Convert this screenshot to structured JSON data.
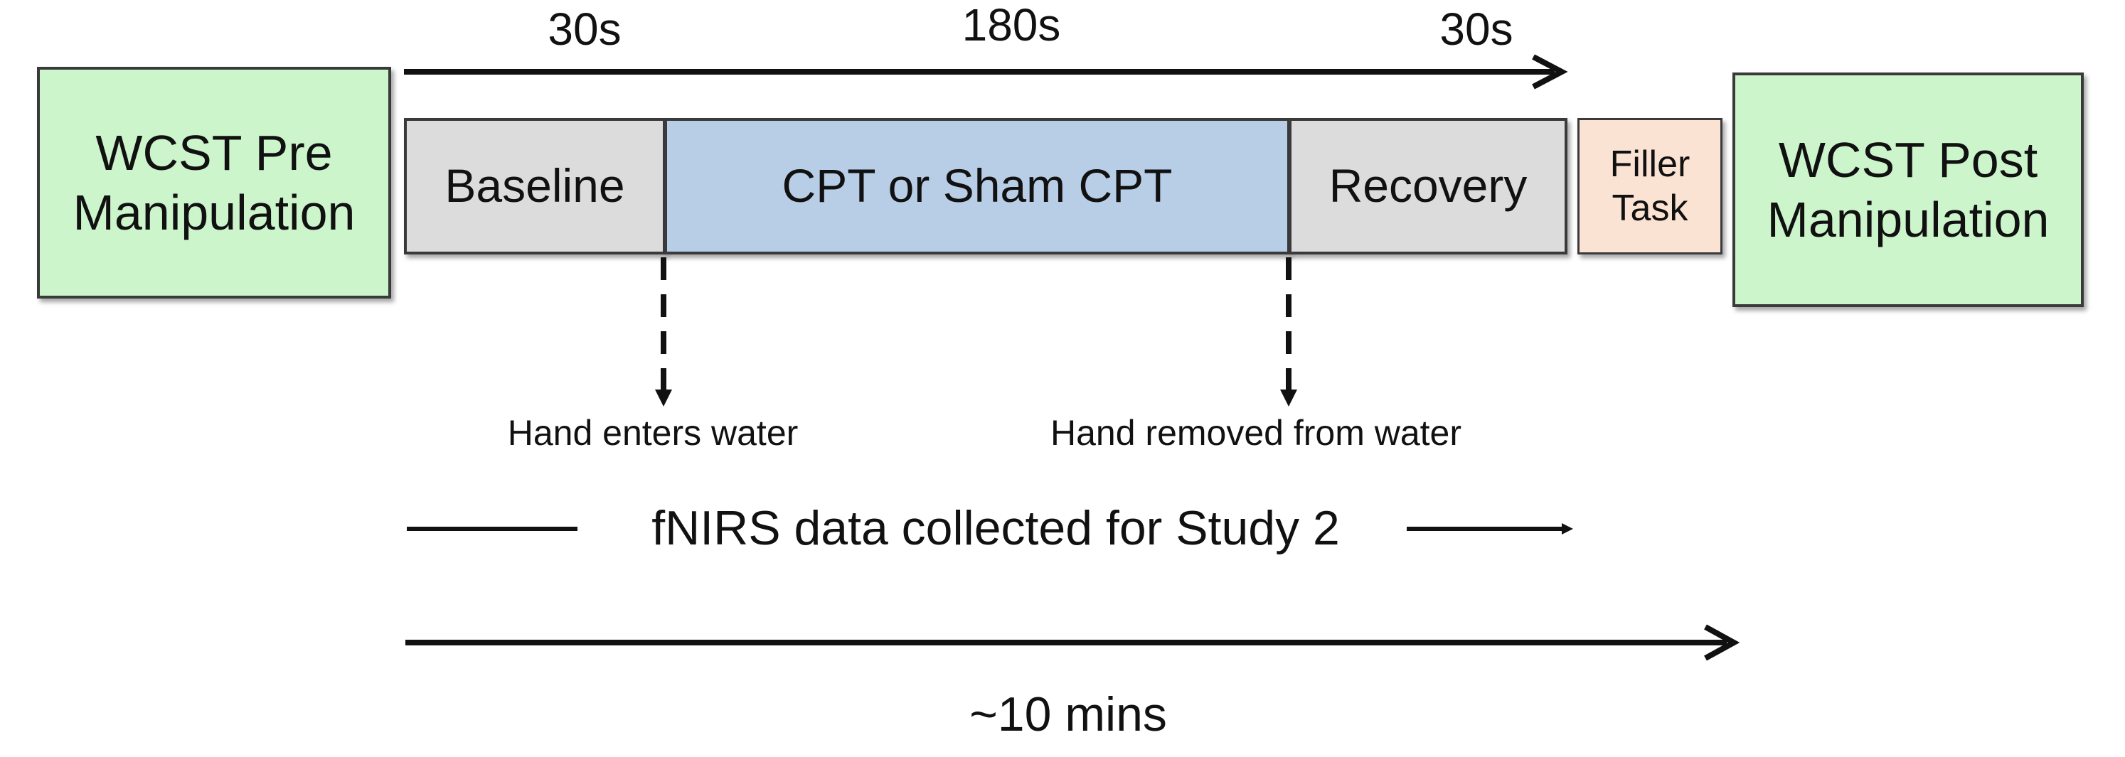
{
  "diagram": {
    "boxes": {
      "pre": {
        "label": "WCST Pre\nManipulation",
        "fill": "#ccf5cc"
      },
      "baseline": {
        "label": "Baseline",
        "fill": "#dcdcdc"
      },
      "cpt": {
        "label": "CPT or Sham CPT",
        "fill": "#b8cde6"
      },
      "recovery": {
        "label": "Recovery",
        "fill": "#dcdcdc"
      },
      "filler": {
        "label": "Filler\nTask",
        "fill": "#fbe3d3"
      },
      "post": {
        "label": "WCST Post\nManipulation",
        "fill": "#ccf5cc"
      }
    },
    "durations": {
      "baseline": "30s",
      "cpt": "180s",
      "recovery": "30s"
    },
    "events": {
      "enter": "Hand enters water",
      "removed": "Hand removed from water"
    },
    "fnirs_label": "fNIRS data collected for Study 2",
    "total_label": "~10 mins",
    "line_color": "#111111"
  }
}
